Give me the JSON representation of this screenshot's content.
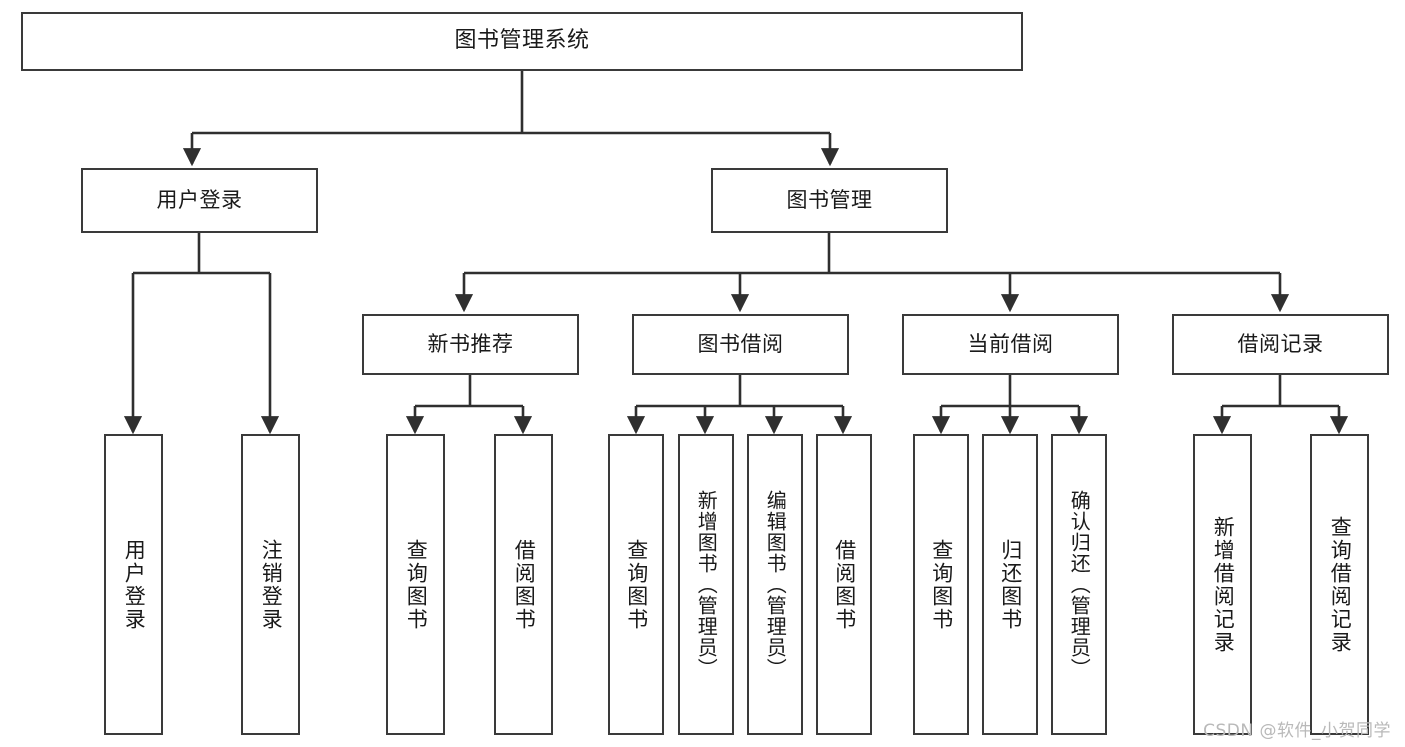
{
  "diagram": {
    "title": "图书管理系统",
    "type": "tree-hierarchy",
    "orientation": "top-down",
    "colors": {
      "box_border": "#3a3a3a",
      "box_fill": "#ffffff",
      "connector": "#2f2f2f",
      "text": "#1a1a1a",
      "watermark": "#b9b9b9",
      "background": "#ffffff"
    }
  },
  "root": {
    "label": "图书管理系统"
  },
  "level2": [
    {
      "label": "用户登录"
    },
    {
      "label": "图书管理"
    }
  ],
  "level3": [
    {
      "label": "新书推荐"
    },
    {
      "label": "图书借阅"
    },
    {
      "label": "当前借阅"
    },
    {
      "label": "借阅记录"
    }
  ],
  "leaves": {
    "user_login": [
      {
        "label": "用户登录"
      },
      {
        "label": "注销登录"
      }
    ],
    "new_book_recommend": [
      {
        "label": "查询图书"
      },
      {
        "label": "借阅图书"
      }
    ],
    "book_borrow": [
      {
        "label": "查询图书"
      },
      {
        "label": "新增图书（管理员）"
      },
      {
        "label": "编辑图书（管理员）"
      },
      {
        "label": "借阅图书"
      }
    ],
    "current_borrow": [
      {
        "label": "查询图书"
      },
      {
        "label": "归还图书"
      },
      {
        "label": "确认归还（管理员）"
      }
    ],
    "borrow_record": [
      {
        "label": "新增借阅记录"
      },
      {
        "label": "查询借阅记录"
      }
    ]
  },
  "watermark": {
    "text": "CSDN @软件_小贺同学"
  }
}
